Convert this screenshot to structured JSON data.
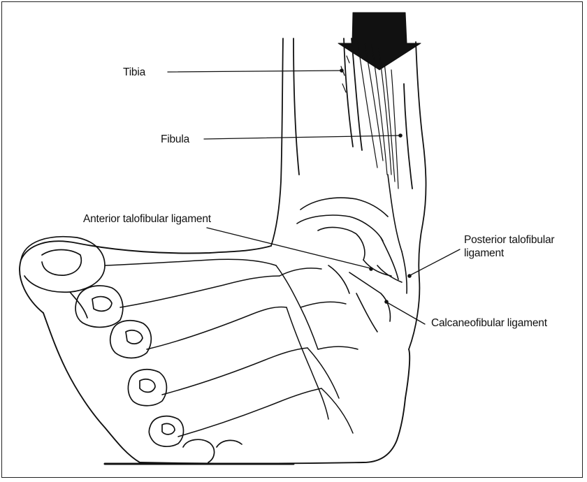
{
  "labels": {
    "tibia": "Tibia",
    "fibula": "Fibula",
    "anterior_talofibular": "Anterior talofibular ligament",
    "posterior_talofibular": "Posterior talofibular ligament",
    "calcaneofibular": "Calcaneofibular ligament"
  },
  "colors": {
    "ink": "#111111",
    "background": "#ffffff"
  },
  "icons": {
    "force_arrow": "down-arrow-icon"
  }
}
